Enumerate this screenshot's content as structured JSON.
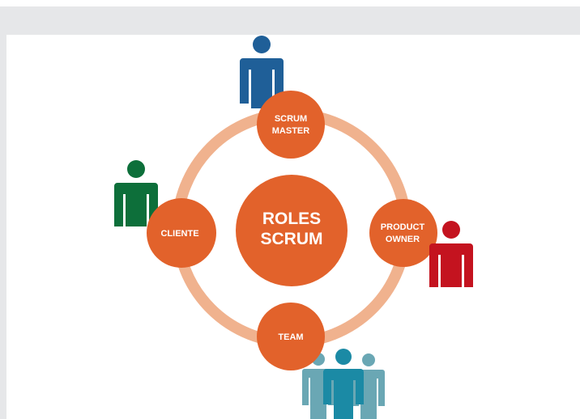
{
  "diagram": {
    "center": {
      "line1": "ROLES",
      "line2": "SCRUM"
    },
    "roles": {
      "scrum_master": {
        "line1": "SCRUM",
        "line2": "MASTER"
      },
      "product_owner": {
        "line1": "PRODUCT",
        "line2": "OWNER"
      },
      "cliente": {
        "label": "CLIENTE"
      },
      "team": {
        "label": "TEAM"
      }
    },
    "colors": {
      "node": "#e2622b",
      "ring": "#f0b28e",
      "scrum_master_figure": "#1f5f98",
      "product_owner_figure": "#c4131f",
      "cliente_figure": "#0d6f3a",
      "team_figure_main": "#1b8aa5",
      "team_figure_side": "#6aa7b4"
    }
  }
}
